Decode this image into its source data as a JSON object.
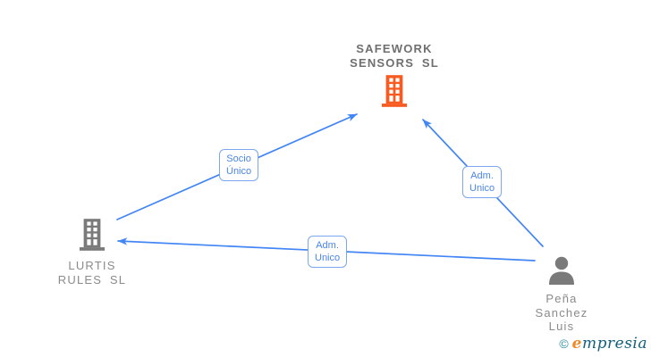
{
  "colors": {
    "arrow_blue": "#4285f4",
    "edge_label_border": "#7aa7f0",
    "edge_label_text": "#4a86e8",
    "company_highlight_orange": "#f75b22",
    "icon_gray": "#7a7a7a",
    "node_text_gray": "#8b8b8b",
    "footer_teal": "#2b8fa4",
    "footer_orange": "#f0892a"
  },
  "nodes": {
    "safework": {
      "lines": [
        "SAFEWORK",
        "SENSORS SL"
      ],
      "icon": "building-icon",
      "icon_color": "#f75b22"
    },
    "lurtis": {
      "lines": [
        "LURTIS",
        "RULES SL"
      ],
      "icon": "building-icon",
      "icon_color": "#7a7a7a"
    },
    "person": {
      "lines": [
        "Peña",
        "Sanchez",
        "Luis"
      ],
      "icon": "person-icon",
      "icon_color": "#7a7a7a"
    }
  },
  "edges": [
    {
      "from": "LURTIS RULES SL",
      "to": "SAFEWORK SENSORS SL",
      "label_lines": [
        "Socio",
        "Único"
      ]
    },
    {
      "from": "Peña Sanchez Luis",
      "to": "SAFEWORK SENSORS SL",
      "label_lines": [
        "Adm.",
        "Unico"
      ]
    },
    {
      "from": "Peña Sanchez Luis",
      "to": "LURTIS RULES SL",
      "label_lines": [
        "Adm.",
        "Unico"
      ]
    }
  ],
  "footer": {
    "copyright_symbol": "©",
    "brand_initial": "e",
    "brand_rest": "mpresia"
  }
}
